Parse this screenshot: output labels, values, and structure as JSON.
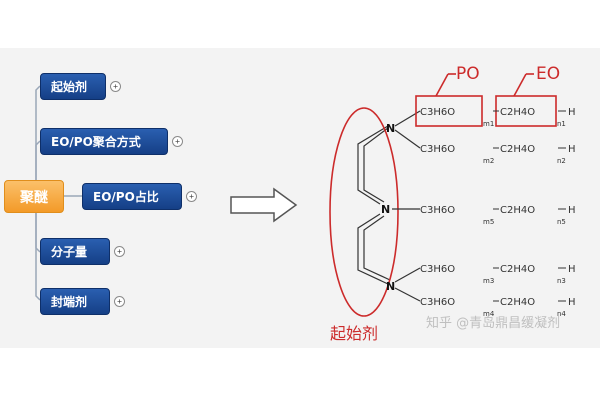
{
  "mindmap": {
    "root": "聚醚",
    "children": [
      "起始剂",
      "EO/PO聚合方式",
      "EO/PO占比",
      "分子量",
      "封端剂"
    ]
  },
  "structure": {
    "center_atom": "N",
    "upper_atom": "N",
    "lower_atom": "N",
    "po_unit": "C3H6O",
    "eo_unit": "C2H4O",
    "end_group": "H",
    "chains": [
      {
        "m": "m1",
        "n": "n1"
      },
      {
        "m": "m2",
        "n": "n2"
      },
      {
        "m": "m5",
        "n": "n5"
      },
      {
        "m": "m3",
        "n": "n3"
      },
      {
        "m": "m4",
        "n": "n4"
      }
    ],
    "labels": {
      "po": "PO",
      "eo": "EO",
      "initiator": "起始剂"
    }
  },
  "watermark": "知乎 @青岛鼎昌缓凝剂"
}
